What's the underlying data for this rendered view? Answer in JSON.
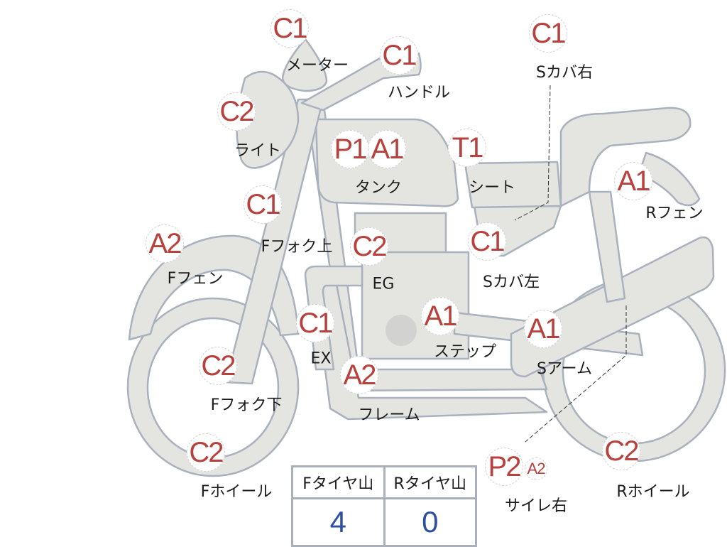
{
  "parts": [
    {
      "id": "meter",
      "grade": "C1",
      "label": "メーター"
    },
    {
      "id": "handle",
      "grade": "C1",
      "label": "ハンドル"
    },
    {
      "id": "light",
      "grade": "C2",
      "label": "ライト"
    },
    {
      "id": "tank",
      "grades": [
        "P1",
        "A1"
      ],
      "label": "タンク"
    },
    {
      "id": "seat",
      "grade": "T1",
      "label": "シート"
    },
    {
      "id": "side-cover-right",
      "grade": "C1",
      "label": "Sカバ右"
    },
    {
      "id": "rear-fender",
      "grade": "A1",
      "label": "Rフェン"
    },
    {
      "id": "front-fork-upper",
      "grade": "C1",
      "label": "Fフォク上"
    },
    {
      "id": "front-fender",
      "grade": "A2",
      "label": "Fフェン"
    },
    {
      "id": "engine",
      "grade": "C2",
      "label": "EG"
    },
    {
      "id": "side-cover-left",
      "grade": "C1",
      "label": "Sカバ左"
    },
    {
      "id": "exhaust",
      "grade": "C1",
      "label": "EX"
    },
    {
      "id": "step",
      "grade": "A1",
      "label": "ステップ"
    },
    {
      "id": "swing-arm",
      "grade": "A1",
      "label": "Sアーム"
    },
    {
      "id": "front-fork-lower",
      "grade": "C2",
      "label": "Fフォク下"
    },
    {
      "id": "frame",
      "grade": "A2",
      "label": "フレーム"
    },
    {
      "id": "front-wheel",
      "grade": "C2",
      "label": "Fホイール"
    },
    {
      "id": "silencer-right",
      "grades": [
        "P2",
        "A2"
      ],
      "label": "サイレ右"
    },
    {
      "id": "rear-wheel",
      "grade": "C2",
      "label": "Rホイール"
    }
  ],
  "tire_table": {
    "headers": [
      "Fタイヤ山",
      "Rタイヤ山"
    ],
    "values": [
      "4",
      "0"
    ]
  },
  "colors": {
    "grade": "#b8413d",
    "value": "#2d4fa1",
    "outline": "#a9b1bd",
    "fill": "#e4e4e1"
  }
}
